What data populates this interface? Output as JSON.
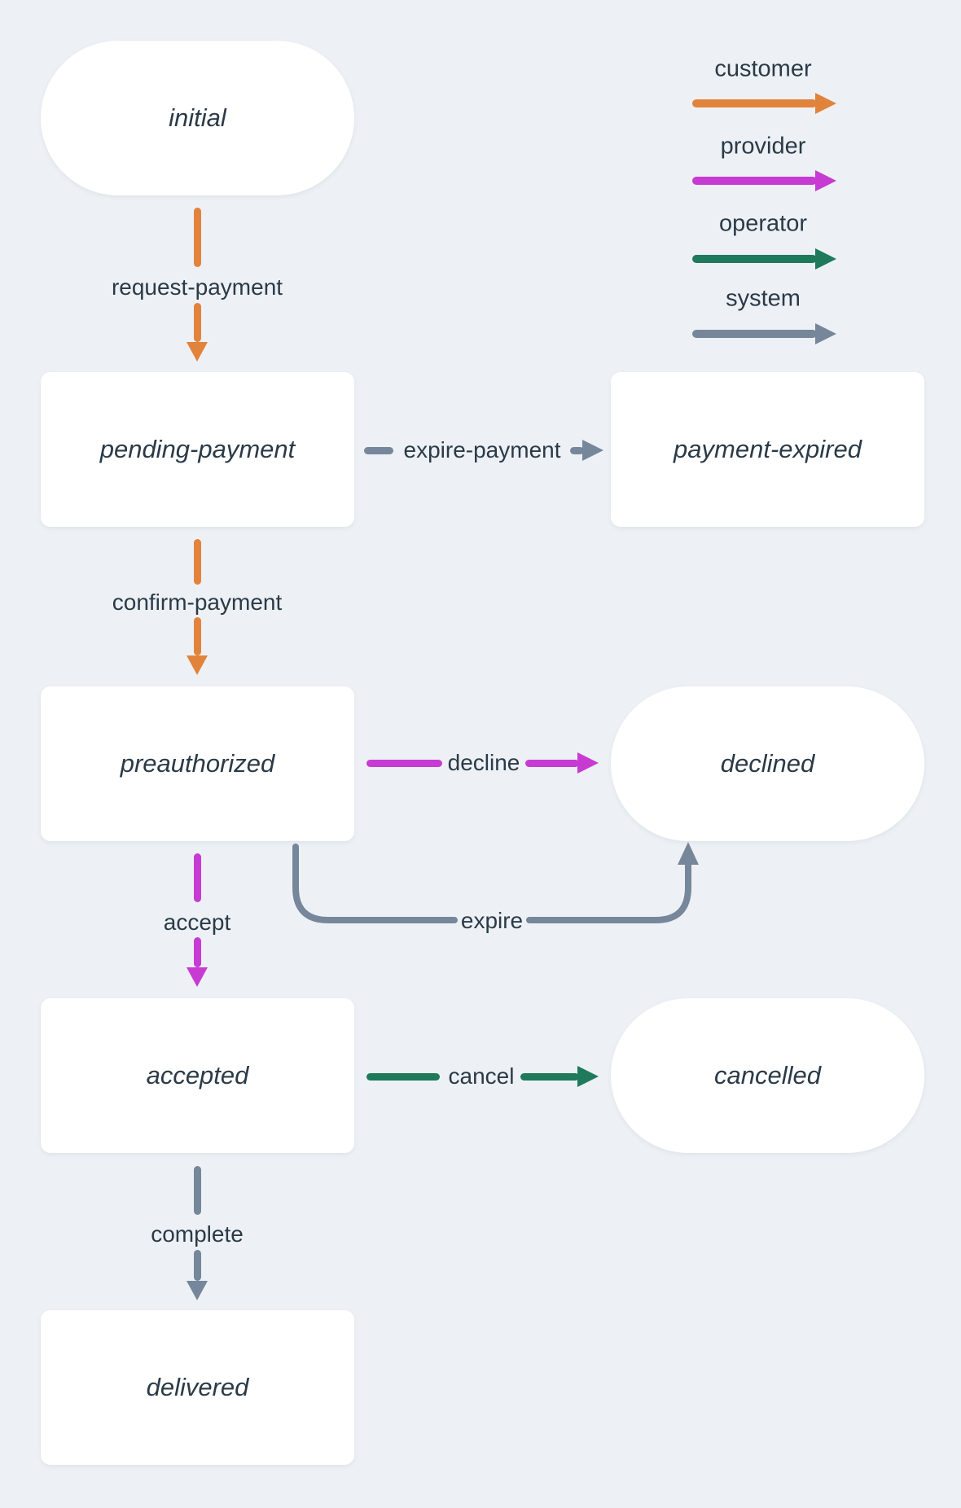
{
  "colors": {
    "background": "#EDF1F5",
    "node_bg": "#FFFFFF",
    "text": "#2B3A47",
    "customer": "#E2833C",
    "provider": "#C73BD3",
    "operator": "#1E7A5B",
    "system": "#76879B"
  },
  "legend": {
    "items": [
      {
        "id": "customer",
        "label": "customer"
      },
      {
        "id": "provider",
        "label": "provider"
      },
      {
        "id": "operator",
        "label": "operator"
      },
      {
        "id": "system",
        "label": "system"
      }
    ]
  },
  "nodes": [
    {
      "id": "initial",
      "label": "initial",
      "shape": "stadium"
    },
    {
      "id": "pending-payment",
      "label": "pending-payment",
      "shape": "rect"
    },
    {
      "id": "payment-expired",
      "label": "payment-expired",
      "shape": "rect"
    },
    {
      "id": "preauthorized",
      "label": "preauthorized",
      "shape": "rect"
    },
    {
      "id": "declined",
      "label": "declined",
      "shape": "stadium"
    },
    {
      "id": "accepted",
      "label": "accepted",
      "shape": "rect"
    },
    {
      "id": "cancelled",
      "label": "cancelled",
      "shape": "stadium"
    },
    {
      "id": "delivered",
      "label": "delivered",
      "shape": "rect"
    }
  ],
  "edges": [
    {
      "label": "request-payment",
      "actor": "customer",
      "from": "initial",
      "to": "pending-payment",
      "direction": "down"
    },
    {
      "label": "expire-payment",
      "actor": "system",
      "from": "pending-payment",
      "to": "payment-expired",
      "direction": "right"
    },
    {
      "label": "confirm-payment",
      "actor": "customer",
      "from": "pending-payment",
      "to": "preauthorized",
      "direction": "down"
    },
    {
      "label": "decline",
      "actor": "provider",
      "from": "preauthorized",
      "to": "declined",
      "direction": "right"
    },
    {
      "label": "expire",
      "actor": "system",
      "from": "preauthorized",
      "to": "declined",
      "direction": "curve-right-up"
    },
    {
      "label": "accept",
      "actor": "provider",
      "from": "preauthorized",
      "to": "accepted",
      "direction": "down"
    },
    {
      "label": "cancel",
      "actor": "operator",
      "from": "accepted",
      "to": "cancelled",
      "direction": "right"
    },
    {
      "label": "complete",
      "actor": "system",
      "from": "accepted",
      "to": "delivered",
      "direction": "down"
    }
  ]
}
